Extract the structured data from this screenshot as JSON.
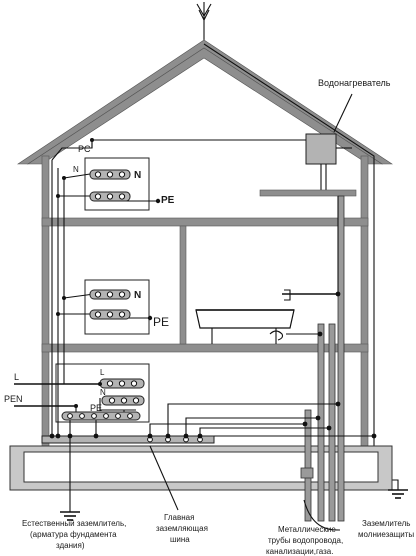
{
  "labels": {
    "water_heater": "Водонагреватель",
    "pc": "PC",
    "n_top": "N",
    "n_top_panel": "N",
    "pe_top_panel": "PE",
    "n_mid_panel": "N",
    "pe_mid_panel": "PE",
    "l_input": "L",
    "pen_input": "PEN",
    "l_bottom_panel": "L",
    "n_bottom_panel": "N",
    "pe_bottom_panel": "PE",
    "natural_ground_1": "Естественный заземлитель,",
    "natural_ground_2": "(арматура фундамента",
    "natural_ground_3": "здания)",
    "main_bus_1": "Главная",
    "main_bus_2": "заземляющая",
    "main_bus_3": "шина",
    "metal_pipes_1": "Металлические",
    "metal_pipes_2": "трубы водопровода,",
    "metal_pipes_3": "канализации,газа.",
    "lightning_ground_1": "Заземлитель",
    "lightning_ground_2": "молниезащиты"
  }
}
